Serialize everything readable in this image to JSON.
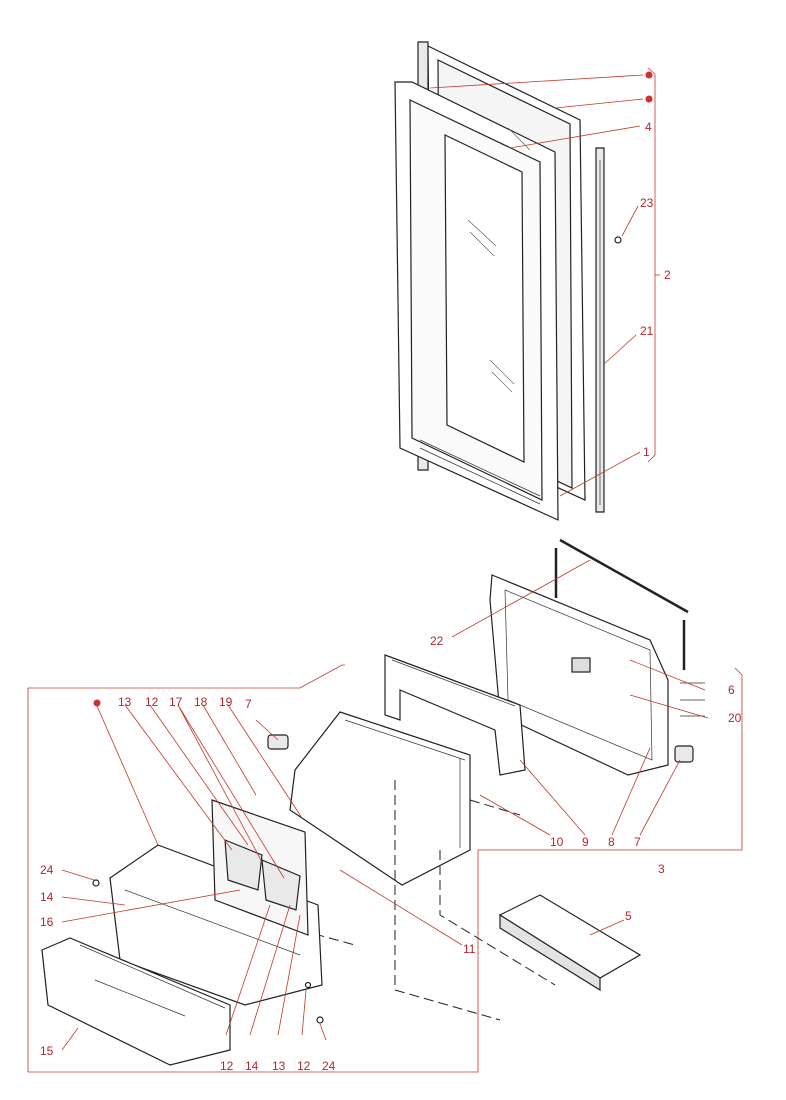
{
  "diagram": {
    "callouts": [
      {
        "id": "c2",
        "text": "2"
      },
      {
        "id": "c4",
        "text": "4"
      },
      {
        "id": "c23",
        "text": "23"
      },
      {
        "id": "c21",
        "text": "21"
      },
      {
        "id": "c1",
        "text": "1"
      },
      {
        "id": "c22",
        "text": "22"
      },
      {
        "id": "c6",
        "text": "6"
      },
      {
        "id": "c20",
        "text": "20"
      },
      {
        "id": "c3",
        "text": "3"
      },
      {
        "id": "c7a",
        "text": "7"
      },
      {
        "id": "c7b",
        "text": "7"
      },
      {
        "id": "c8",
        "text": "8"
      },
      {
        "id": "c9",
        "text": "9"
      },
      {
        "id": "c10",
        "text": "10"
      },
      {
        "id": "c11",
        "text": "11"
      },
      {
        "id": "c5",
        "text": "5"
      },
      {
        "id": "c13a",
        "text": "13"
      },
      {
        "id": "c12a",
        "text": "12"
      },
      {
        "id": "c17",
        "text": "17"
      },
      {
        "id": "c18",
        "text": "18"
      },
      {
        "id": "c19",
        "text": "19"
      },
      {
        "id": "c24a",
        "text": "24"
      },
      {
        "id": "c14a",
        "text": "14"
      },
      {
        "id": "c16",
        "text": "16"
      },
      {
        "id": "c15",
        "text": "15"
      },
      {
        "id": "c12b",
        "text": "12"
      },
      {
        "id": "c14b",
        "text": "14"
      },
      {
        "id": "c13b",
        "text": "13"
      },
      {
        "id": "c12c",
        "text": "12"
      },
      {
        "id": "c24b",
        "text": "24"
      }
    ],
    "marker_color": "#d32f2f",
    "callout_color": "#b3262d"
  }
}
